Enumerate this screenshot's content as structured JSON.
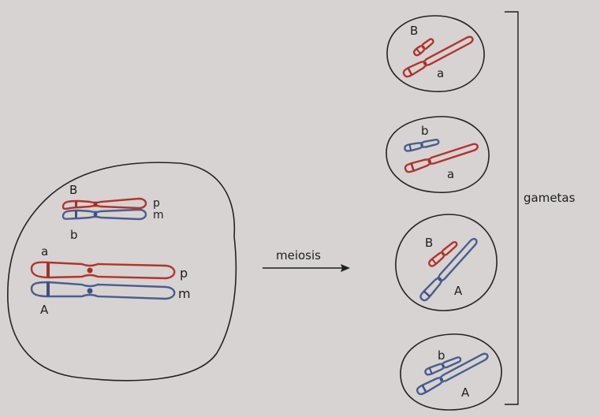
{
  "colors": {
    "paternal": "#b4332c",
    "maternal": "#4c5c8e",
    "outline": "#232323",
    "background": "#d6d3d2"
  },
  "parent_cell": {
    "gene_B": "B",
    "gene_b": "b",
    "gene_a": "a",
    "gene_A": "A",
    "paternal_label_top": "p",
    "maternal_label_top": "m",
    "paternal_label_bottom": "p",
    "maternal_label_bottom": "m"
  },
  "process": {
    "label": "meiosis"
  },
  "gametes": [
    {
      "label_short": "B",
      "label_long": "a"
    },
    {
      "label_short": "b",
      "label_long": "a"
    },
    {
      "label_short": "B",
      "label_long": "A"
    },
    {
      "label_short": "b",
      "label_long": "A"
    }
  ],
  "bracket_label": "gametas"
}
